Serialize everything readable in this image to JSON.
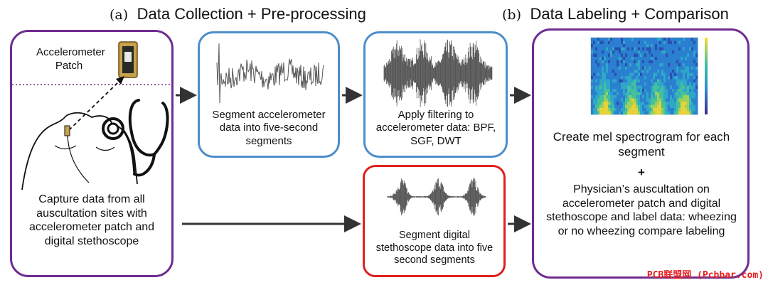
{
  "section_a": {
    "letter": "(a)",
    "title": "Data Collection + Pre-processing"
  },
  "section_b": {
    "letter": "(b)",
    "title": "Data Labeling + Comparison"
  },
  "capture_box": {
    "patch_label": "Accelerometer Patch",
    "text": "Capture data from all auscultation sites with accelerometer patch and digital stethoscope"
  },
  "segment_box": {
    "text": "Segment accelerometer data into five-second segments"
  },
  "filter_box": {
    "text": "Apply filtering to accelerometer data: BPF, SGF, DWT"
  },
  "steth_box": {
    "text": "Segment digital stethoscope data into five second segments"
  },
  "label_box": {
    "spectrogram_text": "Create mel spectrogram for each segment",
    "plus": "+",
    "label_text": "Physician’s auscultation on accelerometer patch and digital stethoscope and label data: wheezing or no wheezing compare labeling"
  },
  "colors": {
    "purple": "#6f2c91",
    "blue": "#4c8ec9",
    "red": "#e02020",
    "watermark": "#e41e1e"
  },
  "watermark": "PCB联盟网 (Pcbbar.com)"
}
